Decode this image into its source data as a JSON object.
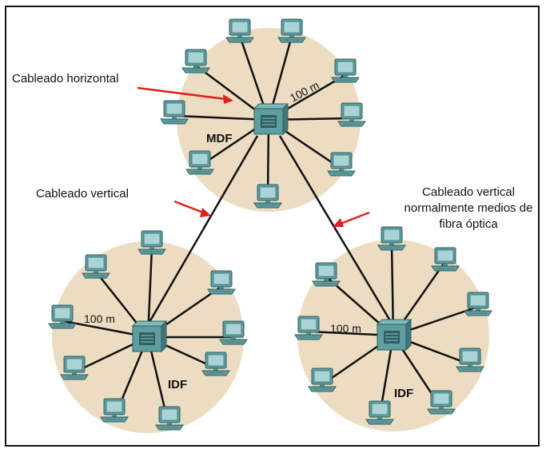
{
  "diagram": {
    "labels": {
      "horizontal_cabling": "Cableado horizontal",
      "vertical_cabling": "Cableado vertical",
      "vertical_fiber_line1": "Cableado vertical",
      "vertical_fiber_line2": "normalmente medios de",
      "vertical_fiber_line3": "fibra óptica"
    },
    "mdf": {
      "name": "MDF",
      "distance": "100 m"
    },
    "idf_left": {
      "name": "IDF",
      "distance": "100 m"
    },
    "idf_right": {
      "name": "IDF",
      "distance": "100 m"
    },
    "colors": {
      "cluster_bg": "#ECDCC2",
      "device": "#5E9EA0",
      "device_dark": "#2F5F60",
      "arrow": "#E0201C",
      "line": "#111111"
    },
    "icons": {
      "computer": "computer-icon",
      "switch": "switch-icon"
    }
  }
}
